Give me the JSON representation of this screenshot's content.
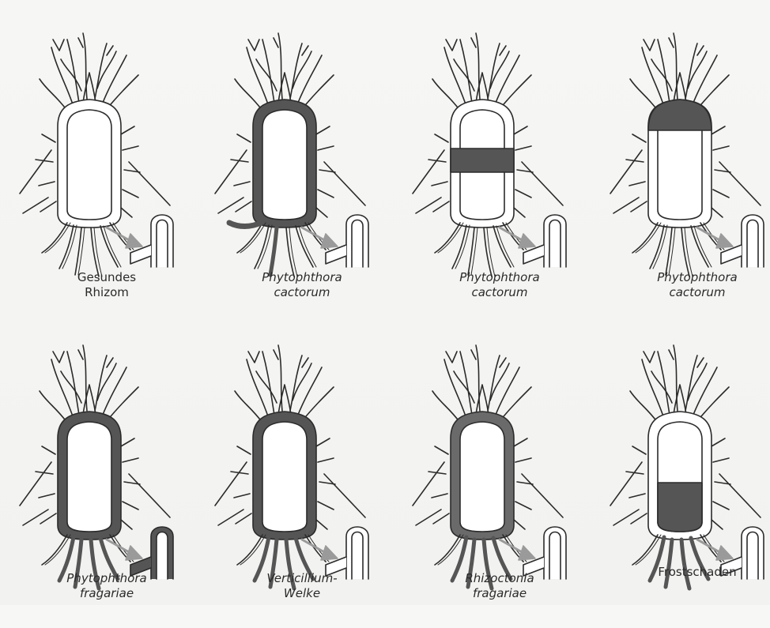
{
  "colors": {
    "line": "#2b2b2b",
    "fill": "#ffffff",
    "diseased": "#555555",
    "arrow": "#9a9a9a"
  },
  "panels": [
    {
      "id": "gesundes-rhizom",
      "caption": [
        "Gesundes",
        "Rhizom"
      ],
      "italic": false,
      "pattern": "healthy"
    },
    {
      "id": "phytophthora-cactorum-1",
      "caption": [
        "Phytophthora",
        "cactorum"
      ],
      "italic": true,
      "pattern": "cactorum-outline"
    },
    {
      "id": "phytophthora-cactorum-2",
      "caption": [
        "Phytophthora",
        "cactorum"
      ],
      "italic": true,
      "pattern": "cactorum-band"
    },
    {
      "id": "phytophthora-cactorum-3",
      "caption": [
        "Phytophthora",
        "cactorum"
      ],
      "italic": true,
      "pattern": "cactorum-top"
    },
    {
      "id": "phytophthora-fragariae",
      "caption": [
        "Phytophthora",
        "fragariae"
      ],
      "italic": true,
      "pattern": "fragariae"
    },
    {
      "id": "verticillium-welke",
      "caption": [
        "Verticillium-",
        "Welke"
      ],
      "italic": true,
      "pattern": "verticillium"
    },
    {
      "id": "rhizoctonia-fragariae",
      "caption": [
        "Rhizoctonia",
        "fragariae"
      ],
      "italic": true,
      "pattern": "rhizoctonia"
    },
    {
      "id": "frostschaden",
      "caption": [
        "Frostschaden"
      ],
      "italic": false,
      "pattern": "frost"
    }
  ]
}
